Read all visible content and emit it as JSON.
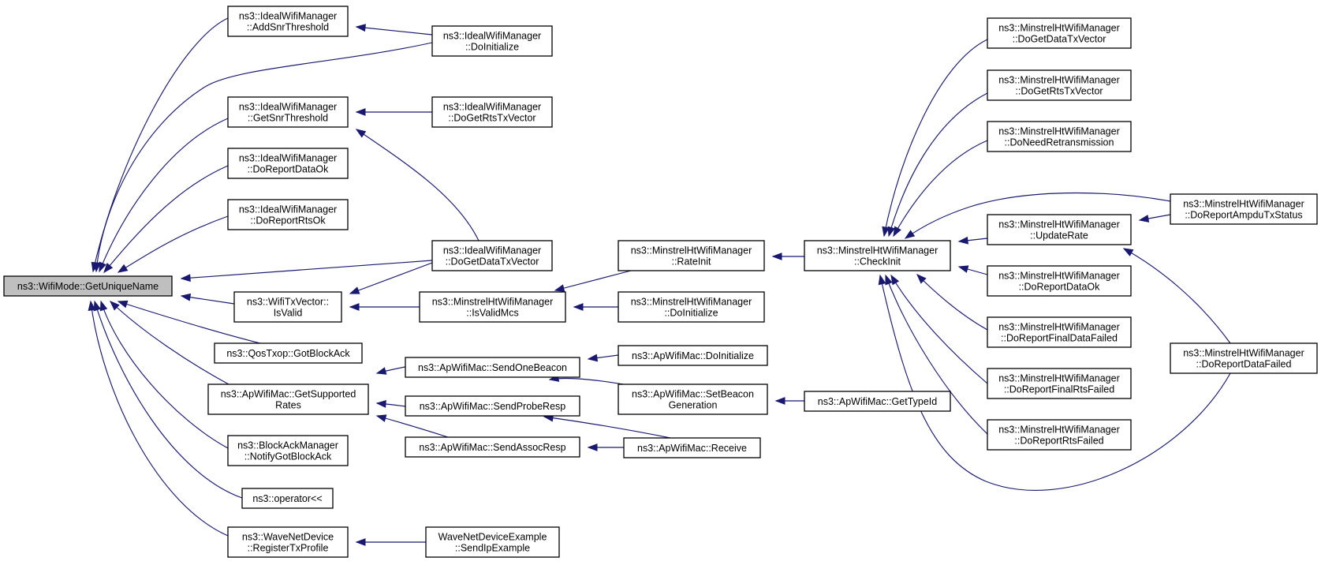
{
  "graph": {
    "edge_color": "#191970",
    "root_fill": "#bfbfbf",
    "nodes": [
      {
        "id": "root",
        "lines": [
          "ns3::WifiMode::GetUniqueName"
        ]
      },
      {
        "id": "i_add",
        "lines": [
          "ns3::IdealWifiManager",
          "::AddSnrThreshold"
        ]
      },
      {
        "id": "i_init",
        "lines": [
          "ns3::IdealWifiManager",
          "::DoInitialize"
        ]
      },
      {
        "id": "i_getsnr",
        "lines": [
          "ns3::IdealWifiManager",
          "::GetSnrThreshold"
        ]
      },
      {
        "id": "i_rts",
        "lines": [
          "ns3::IdealWifiManager",
          "::DoGetRtsTxVector"
        ]
      },
      {
        "id": "i_dataok",
        "lines": [
          "ns3::IdealWifiManager",
          "::DoReportDataOk"
        ]
      },
      {
        "id": "i_rtsok",
        "lines": [
          "ns3::IdealWifiManager",
          "::DoReportRtsOk"
        ]
      },
      {
        "id": "i_data",
        "lines": [
          "ns3::IdealWifiManager",
          "::DoGetDataTxVector"
        ]
      },
      {
        "id": "txv",
        "lines": [
          "ns3::WifiTxVector::",
          "IsValid"
        ]
      },
      {
        "id": "m_isvalid",
        "lines": [
          "ns3::MinstrelHtWifiManager",
          "::IsValidMcs"
        ]
      },
      {
        "id": "m_rateinit",
        "lines": [
          "ns3::MinstrelHtWifiManager",
          "::RateInit"
        ]
      },
      {
        "id": "m_init",
        "lines": [
          "ns3::MinstrelHtWifiManager",
          "::DoInitialize"
        ]
      },
      {
        "id": "m_check",
        "lines": [
          "ns3::MinstrelHtWifiManager",
          "::CheckInit"
        ]
      },
      {
        "id": "m_data",
        "lines": [
          "ns3::MinstrelHtWifiManager",
          "::DoGetDataTxVector"
        ]
      },
      {
        "id": "m_rts",
        "lines": [
          "ns3::MinstrelHtWifiManager",
          "::DoGetRtsTxVector"
        ]
      },
      {
        "id": "m_retr",
        "lines": [
          "ns3::MinstrelHtWifiManager",
          "::DoNeedRetransmission"
        ]
      },
      {
        "id": "m_update",
        "lines": [
          "ns3::MinstrelHtWifiManager",
          "::UpdateRate"
        ]
      },
      {
        "id": "m_dataok",
        "lines": [
          "ns3::MinstrelHtWifiManager",
          "::DoReportDataOk"
        ]
      },
      {
        "id": "m_finaldata",
        "lines": [
          "ns3::MinstrelHtWifiManager",
          "::DoReportFinalDataFailed"
        ]
      },
      {
        "id": "m_finalrts",
        "lines": [
          "ns3::MinstrelHtWifiManager",
          "::DoReportFinalRtsFailed"
        ]
      },
      {
        "id": "m_rtsfail",
        "lines": [
          "ns3::MinstrelHtWifiManager",
          "::DoReportRtsFailed"
        ]
      },
      {
        "id": "m_ampdu",
        "lines": [
          "ns3::MinstrelHtWifiManager",
          "::DoReportAmpduTxStatus"
        ]
      },
      {
        "id": "m_datafail",
        "lines": [
          "ns3::MinstrelHtWifiManager",
          "::DoReportDataFailed"
        ]
      },
      {
        "id": "qos",
        "lines": [
          "ns3::QosTxop::GotBlockAck"
        ]
      },
      {
        "id": "ap_rates",
        "lines": [
          "ns3::ApWifiMac::GetSupported",
          "Rates"
        ]
      },
      {
        "id": "ap_beacon",
        "lines": [
          "ns3::ApWifiMac::SendOneBeacon"
        ]
      },
      {
        "id": "ap_init",
        "lines": [
          "ns3::ApWifiMac::DoInitialize"
        ]
      },
      {
        "id": "ap_probe",
        "lines": [
          "ns3::ApWifiMac::SendProbeResp"
        ]
      },
      {
        "id": "ap_setbeacon",
        "lines": [
          "ns3::ApWifiMac::SetBeacon",
          "Generation"
        ]
      },
      {
        "id": "ap_typeid",
        "lines": [
          "ns3::ApWifiMac::GetTypeId"
        ]
      },
      {
        "id": "ap_assoc",
        "lines": [
          "ns3::ApWifiMac::SendAssocResp"
        ]
      },
      {
        "id": "ap_recv",
        "lines": [
          "ns3::ApWifiMac::Receive"
        ]
      },
      {
        "id": "bam",
        "lines": [
          "ns3::BlockAckManager",
          "::NotifyGotBlockAck"
        ]
      },
      {
        "id": "op",
        "lines": [
          "ns3::operator<<"
        ]
      },
      {
        "id": "wnd",
        "lines": [
          "ns3::WaveNetDevice",
          "::RegisterTxProfile"
        ]
      },
      {
        "id": "wnd_ex",
        "lines": [
          "WaveNetDeviceExample",
          "::SendIpExample"
        ]
      }
    ],
    "edges": [
      {
        "from": "i_add",
        "to": "root"
      },
      {
        "from": "i_init",
        "to": "root"
      },
      {
        "from": "i_init",
        "to": "i_add"
      },
      {
        "from": "i_getsnr",
        "to": "root"
      },
      {
        "from": "i_rts",
        "to": "i_getsnr"
      },
      {
        "from": "i_data",
        "to": "i_getsnr"
      },
      {
        "from": "i_dataok",
        "to": "root"
      },
      {
        "from": "i_rtsok",
        "to": "root"
      },
      {
        "from": "i_data",
        "to": "root"
      },
      {
        "from": "txv",
        "to": "root"
      },
      {
        "from": "i_data",
        "to": "txv"
      },
      {
        "from": "m_isvalid",
        "to": "txv"
      },
      {
        "from": "m_rateinit",
        "to": "m_isvalid"
      },
      {
        "from": "m_init",
        "to": "m_isvalid"
      },
      {
        "from": "m_check",
        "to": "m_rateinit"
      },
      {
        "from": "m_data",
        "to": "m_check"
      },
      {
        "from": "m_rts",
        "to": "m_check"
      },
      {
        "from": "m_retr",
        "to": "m_check"
      },
      {
        "from": "m_ampdu",
        "to": "m_check"
      },
      {
        "from": "m_update",
        "to": "m_check"
      },
      {
        "from": "m_dataok",
        "to": "m_check"
      },
      {
        "from": "m_finaldata",
        "to": "m_check"
      },
      {
        "from": "m_finalrts",
        "to": "m_check"
      },
      {
        "from": "m_rtsfail",
        "to": "m_check"
      },
      {
        "from": "m_datafail",
        "to": "m_check"
      },
      {
        "from": "m_ampdu",
        "to": "m_update"
      },
      {
        "from": "m_datafail",
        "to": "m_update"
      },
      {
        "from": "qos",
        "to": "root"
      },
      {
        "from": "ap_rates",
        "to": "root"
      },
      {
        "from": "ap_beacon",
        "to": "ap_rates"
      },
      {
        "from": "ap_probe",
        "to": "ap_rates"
      },
      {
        "from": "ap_assoc",
        "to": "ap_rates"
      },
      {
        "from": "ap_init",
        "to": "ap_beacon"
      },
      {
        "from": "ap_setbeacon",
        "to": "ap_beacon"
      },
      {
        "from": "ap_typeid",
        "to": "ap_setbeacon"
      },
      {
        "from": "ap_recv",
        "to": "ap_probe"
      },
      {
        "from": "ap_recv",
        "to": "ap_assoc"
      },
      {
        "from": "bam",
        "to": "root"
      },
      {
        "from": "op",
        "to": "root"
      },
      {
        "from": "wnd",
        "to": "root"
      },
      {
        "from": "wnd_ex",
        "to": "wnd"
      }
    ]
  }
}
